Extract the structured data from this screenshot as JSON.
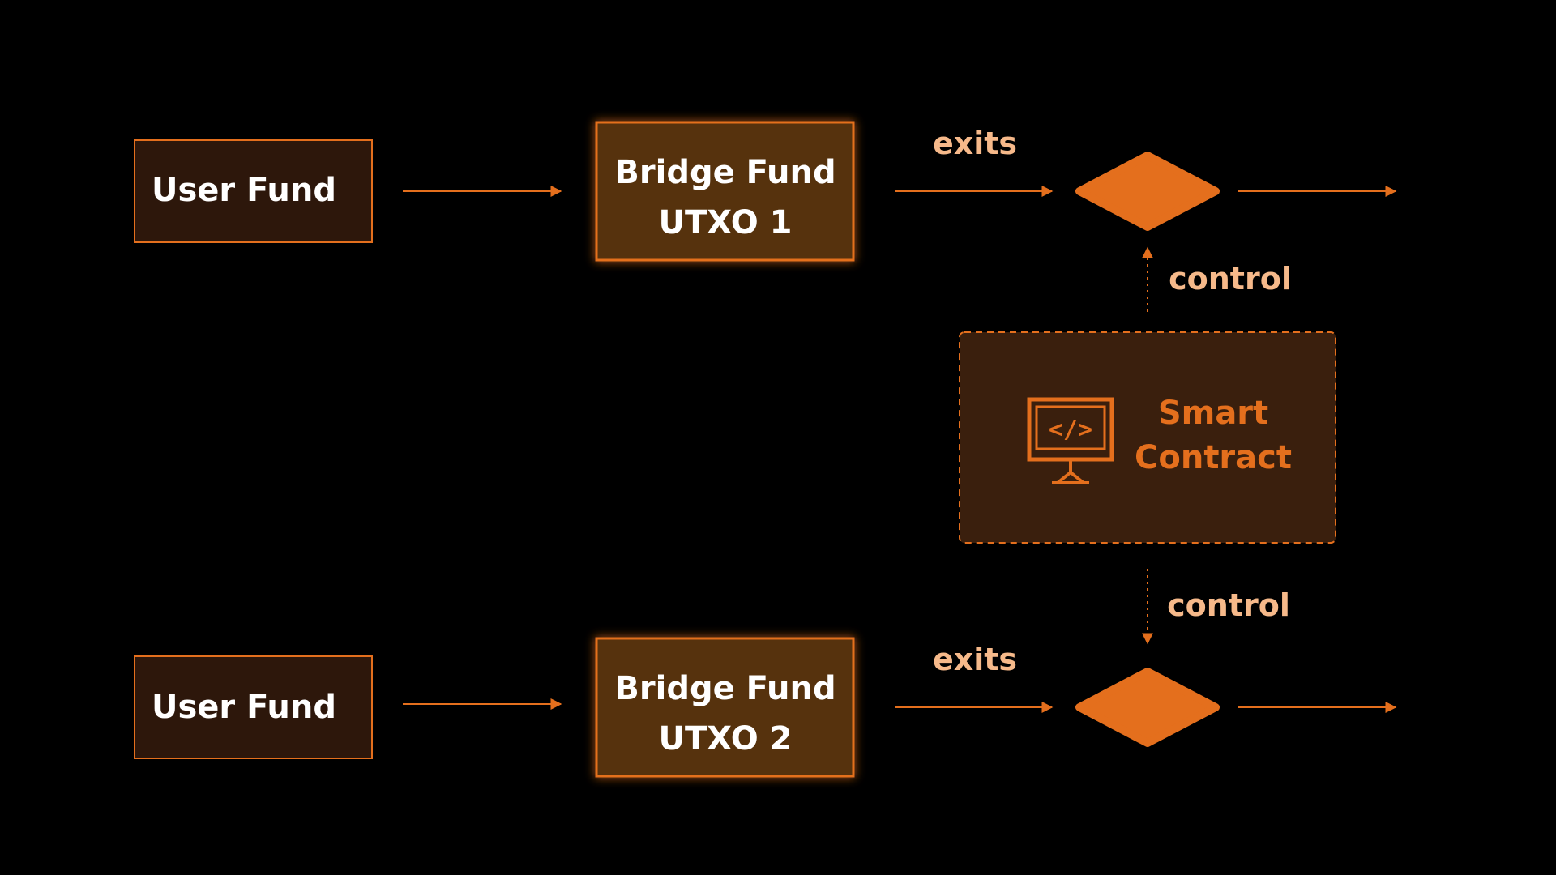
{
  "colors": {
    "background": "#000000",
    "accent": "#e46f1d",
    "label": "#f6b98a",
    "box_text": "#ffffff",
    "user_fund_fill": "#2d170b",
    "bridge_fund_fill": "#57300f",
    "smart_contract_fill": "#3a1f0d"
  },
  "rows": [
    {
      "user_fund": "User Fund",
      "bridge_fund": {
        "line1": "Bridge Fund",
        "line2": "UTXO 1"
      },
      "exits_label": "exits",
      "control_label": "control"
    },
    {
      "user_fund": "User Fund",
      "bridge_fund": {
        "line1": "Bridge Fund",
        "line2": "UTXO 2"
      },
      "exits_label": "exits",
      "control_label": "control"
    }
  ],
  "smart_contract": {
    "line1": "Smart",
    "line2": "Contract",
    "icon": "code-monitor-icon",
    "icon_text": "</>"
  }
}
